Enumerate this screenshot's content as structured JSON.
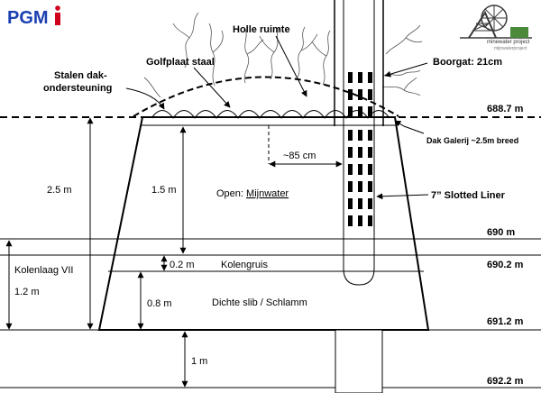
{
  "logo": {
    "text": "PGM",
    "accent_color": "#d0021b",
    "brand_color": "#1a3fb0"
  },
  "project_logo": {
    "line1": "minewater project",
    "line2": "mijnwaterproject",
    "icon": "mine-headframe-icon"
  },
  "labels": {
    "holle_ruimte": "Holle ruimte",
    "golfplaat": "Golfplaat staal",
    "stalen_dak_1": "Stalen dak-",
    "stalen_dak_2": "ondersteuning",
    "boorgat": "Boorgat: 21cm",
    "dak_galerij": "Dak Galerij ~2.5m breed",
    "distance_85": "~85 cm",
    "open": "Open: ",
    "mijnwater": "Mijnwater",
    "slotted_liner": "7” Slotted Liner",
    "kolengruis": "Kolengruis",
    "dichte_slib": "Dichte slib / Schlamm",
    "kolenlaag": "Kolenlaag VII"
  },
  "dimensions": {
    "total_height": "2.5 m",
    "open_height": "1.5 m",
    "kolengruis_height": "0.2 m",
    "slib_height": "0.8 m",
    "kolenlaag_height": "1.2 m",
    "below_height": "1 m"
  },
  "elevations": {
    "e1": "688.7 m",
    "e2": "690 m",
    "e3": "690.2 m",
    "e4": "691.2 m",
    "e5": "692.2 m"
  }
}
